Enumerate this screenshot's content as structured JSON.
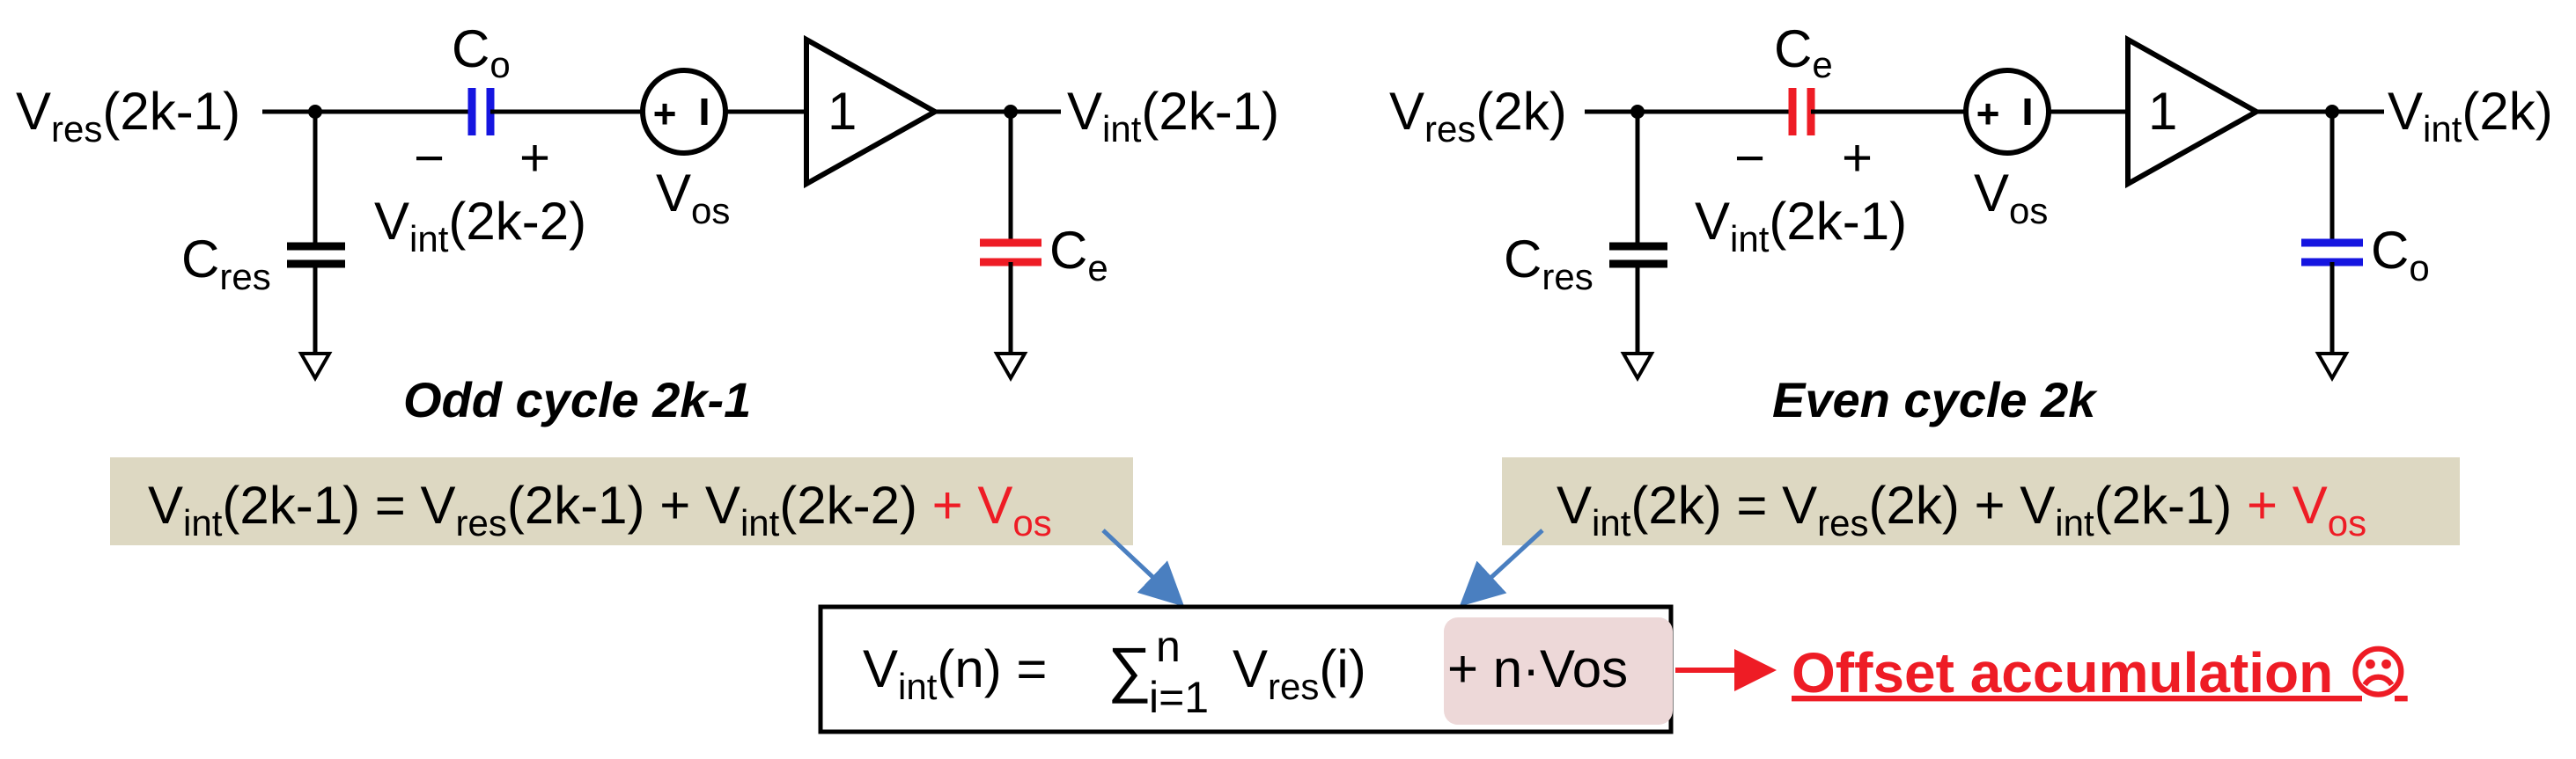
{
  "odd": {
    "vres_base": "V",
    "vres_sub": "res",
    "vres_arg": "(2k-1)",
    "cap_series_base": "C",
    "cap_series_sub": "o",
    "cap_minus": "−",
    "cap_plus": "+",
    "vint_prev_base": "V",
    "vint_prev_sub": "int",
    "vint_prev_arg": "(2k-2)",
    "src_plus": "+",
    "src_minus": "ı",
    "vos_base": "V",
    "vos_sub": "os",
    "buffer_gain": "1",
    "out_base": "V",
    "out_sub": "int",
    "out_arg": "(2k-1)",
    "cres_base": "C",
    "cres_sub": "res",
    "cload_base": "C",
    "cload_sub": "e",
    "title": "Odd cycle 2k-1",
    "series_cap_color": "#1515e0",
    "load_cap_color": "#ee1c25",
    "eq": {
      "t1_base": "V",
      "t1_sub": "int",
      "t1_arg": "(2k-1) = ",
      "t2_base": "V",
      "t2_sub": "res",
      "t2_arg": "(2k-1) + ",
      "t3_base": "V",
      "t3_sub": "int",
      "t3_arg": "(2k-2) ",
      "t4_plus": "+ ",
      "t4_base": "V",
      "t4_sub": "os"
    }
  },
  "even": {
    "vres_base": "V",
    "vres_sub": "res",
    "vres_arg": "(2k)",
    "cap_series_base": "C",
    "cap_series_sub": "e",
    "cap_minus": "−",
    "cap_plus": "+",
    "vint_prev_base": "V",
    "vint_prev_sub": "int",
    "vint_prev_arg": "(2k-1)",
    "src_plus": "+",
    "src_minus": "ı",
    "vos_base": "V",
    "vos_sub": "os",
    "buffer_gain": "1",
    "out_base": "V",
    "out_sub": "int",
    "out_arg": "(2k)",
    "cres_base": "C",
    "cres_sub": "res",
    "cload_base": "C",
    "cload_sub": "o",
    "title": "Even cycle 2k",
    "series_cap_color": "#ee1c25",
    "load_cap_color": "#1515e0",
    "eq": {
      "t1_base": "V",
      "t1_sub": "int",
      "t1_arg": "(2k) = ",
      "t2_base": "V",
      "t2_sub": "res",
      "t2_arg": "(2k) + ",
      "t3_base": "V",
      "t3_sub": "int",
      "t3_arg": "(2k-1) ",
      "t4_plus": "+ ",
      "t4_base": "V",
      "t4_sub": "os"
    }
  },
  "final_eq": {
    "v_base": "V",
    "v_sub": "int",
    "v_arg": "(n) = ",
    "sum_symbol": "∑",
    "sum_upper": "n",
    "sum_lower": "i=1",
    "r_base": " V",
    "r_sub": "res",
    "r_arg": "(i) ",
    "offset_term": "+ n·Vos"
  },
  "result_label": "Offset accumulation ☹",
  "colors": {
    "accent_red": "#ee1c25",
    "cap_blue": "#1515e0",
    "equation_box_bg": "#ddd8c2",
    "highlight_bg": "#edd8d8",
    "arrow_blue": "#4a7fc0"
  }
}
